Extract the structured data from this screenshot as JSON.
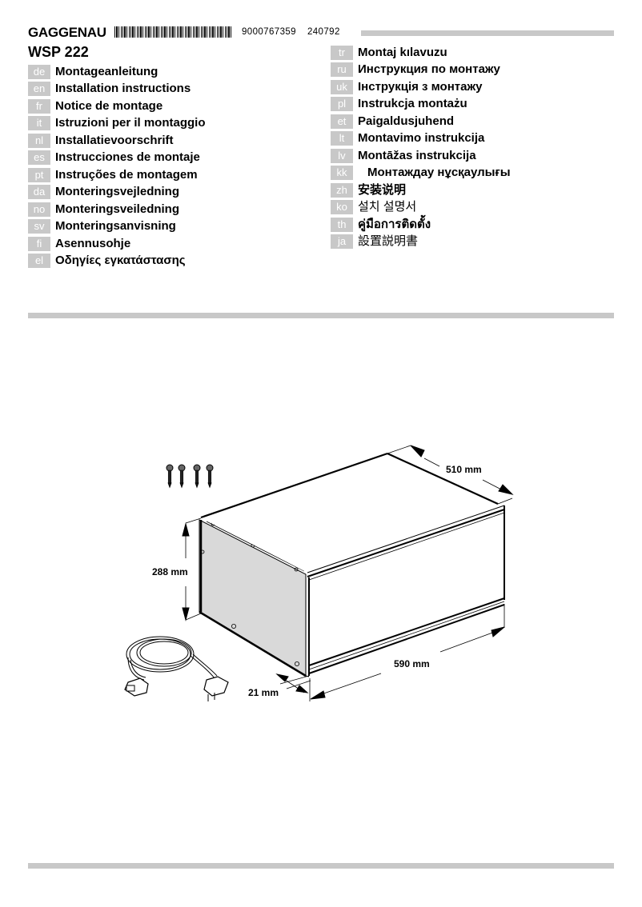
{
  "header": {
    "brand": "GAGGENAU",
    "doc_number": "9000767359",
    "doc_date": "240792",
    "model": "WSP 222"
  },
  "languages_left": [
    {
      "code": "de",
      "title": "Montageanleitung"
    },
    {
      "code": "en",
      "title": "Installation instructions"
    },
    {
      "code": "fr",
      "title": "Notice de montage"
    },
    {
      "code": "it",
      "title": "Istruzioni per il montaggio"
    },
    {
      "code": "nl",
      "title": "Installatievoorschrift"
    },
    {
      "code": "es",
      "title": "Instrucciones de montaje"
    },
    {
      "code": "pt",
      "title": "Instruções de montagem"
    },
    {
      "code": "da",
      "title": "Monteringsvejledning"
    },
    {
      "code": "no",
      "title": "Monteringsveiledning"
    },
    {
      "code": "sv",
      "title": "Monteringsanvisning"
    },
    {
      "code": "fi",
      "title": "Asennusohje"
    },
    {
      "code": "el",
      "title": "Οδηγίες εγκατάστασης"
    }
  ],
  "languages_right": [
    {
      "code": "tr",
      "title": "Montaj kılavuzu"
    },
    {
      "code": "ru",
      "title": "Инструкция по монтажу"
    },
    {
      "code": "uk",
      "title": "Інструкція з монтажу"
    },
    {
      "code": "pl",
      "title": "Instrukcja montażu"
    },
    {
      "code": "et",
      "title": "Paigaldusjuhend"
    },
    {
      "code": "lt",
      "title": "Montavimo instrukcija"
    },
    {
      "code": "lv",
      "title": "Montāžas instrukcija"
    },
    {
      "code": "kk",
      "title": "Монтаждау нұсқаулығы"
    },
    {
      "code": "zh",
      "title": "安装说明"
    },
    {
      "code": "ko",
      "title": "설치 설명서"
    },
    {
      "code": "th",
      "title": "คู่มือการติดตั้ง"
    },
    {
      "code": "ja",
      "title": "設置説明書"
    }
  ],
  "figure": {
    "dimensions": {
      "depth": "510 mm",
      "height": "288 mm",
      "width": "590 mm",
      "front_offset": "21 mm"
    },
    "accessories": {
      "screws_count": 4,
      "power_cord": true
    }
  },
  "colors": {
    "badge_bg": "#c8c8c8",
    "separator": "#c8c8c8",
    "side_panel": "#d9d9d9"
  }
}
